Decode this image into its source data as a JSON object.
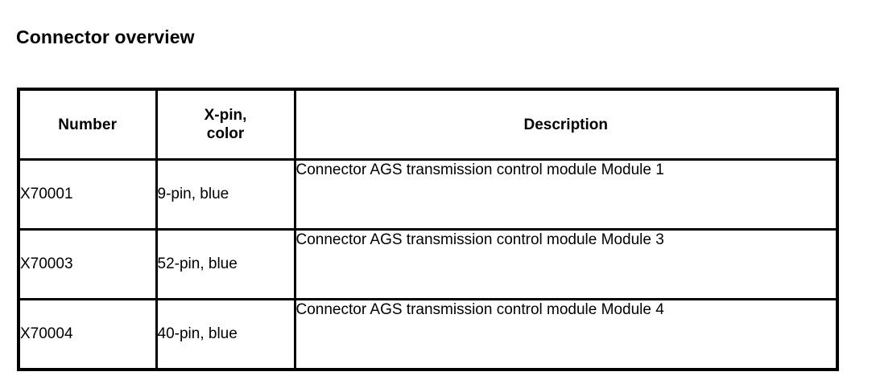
{
  "page": {
    "title": "Connector overview",
    "background_color": "#ffffff",
    "text_color": "#000000",
    "border_color": "#000000"
  },
  "table": {
    "name": "connector-overview-table",
    "columns": [
      {
        "key": "number",
        "label": "Number",
        "label_lines": [
          "Number"
        ],
        "align": "center"
      },
      {
        "key": "xpin",
        "label": "X-pin, color",
        "label_lines": [
          "X-pin,",
          "color"
        ],
        "align": "center"
      },
      {
        "key": "description",
        "label": "Description",
        "label_lines": [
          "Description"
        ],
        "align": "center"
      }
    ],
    "rows": [
      {
        "number": "X70001",
        "xpin": "9-pin, blue",
        "description": "Connector AGS transmission control module Module 1"
      },
      {
        "number": "X70003",
        "xpin": "52-pin, blue",
        "description": "Connector AGS transmission control module Module 3"
      },
      {
        "number": "X70004",
        "xpin": "40-pin, blue",
        "description": "Connector AGS transmission control module Module 4"
      }
    ]
  }
}
